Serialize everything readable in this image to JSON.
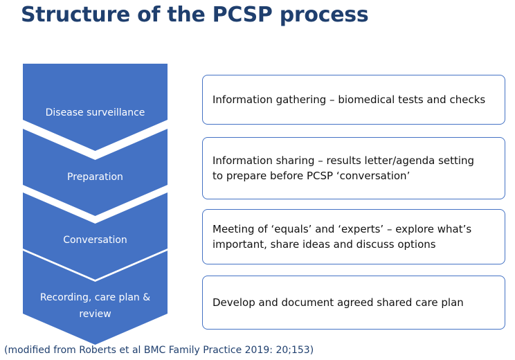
{
  "title": "Structure of the PCSP process",
  "steps": [
    {
      "label": "Disease surveillance",
      "description": "Information gathering – biomedical tests and checks"
    },
    {
      "label": "Preparation",
      "description": "Information sharing – results letter/agenda setting to prepare before PCSP  ‘conversation’"
    },
    {
      "label": "Conversation",
      "description": "Meeting of ‘equals’ and ‘experts’ – explore what’s important, share ideas and discuss options"
    },
    {
      "label": "Recording, care plan & review",
      "description": "Develop and document agreed shared care plan"
    }
  ],
  "footnote": "(modified from Roberts et al BMC Family Practice 2019: 20;153)",
  "colors": {
    "chevron": "#4472c4",
    "title": "#1f3f6e",
    "box_border": "#4472c4"
  }
}
